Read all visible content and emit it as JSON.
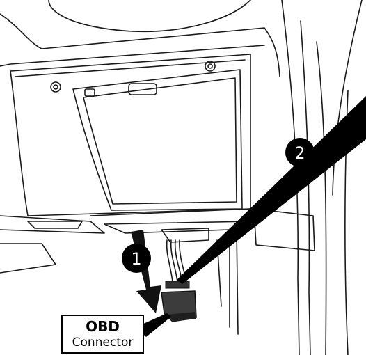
{
  "callouts": [
    {
      "number": "1"
    },
    {
      "number": "2"
    }
  ],
  "label": {
    "title": "OBD",
    "subtitle": "Connector"
  },
  "colors": {
    "line": "#1a1a1a",
    "callout_fill": "#000000",
    "callout_text": "#ffffff",
    "background": "#ffffff"
  }
}
